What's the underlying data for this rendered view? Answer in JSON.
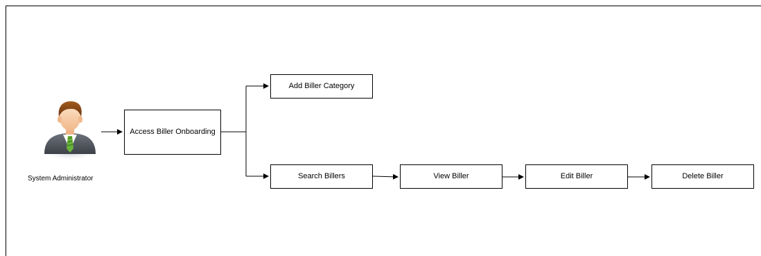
{
  "actor": {
    "label": "System Administrator",
    "icon": "user-avatar-icon"
  },
  "nodes": {
    "access": "Access Biller Onboarding",
    "add_category": "Add Biller Category",
    "search": "Search Billers",
    "view": "View Biller",
    "edit": "Edit Biller",
    "delete": "Delete Biller"
  },
  "colors": {
    "line": "#000000",
    "box_border": "#000000"
  }
}
